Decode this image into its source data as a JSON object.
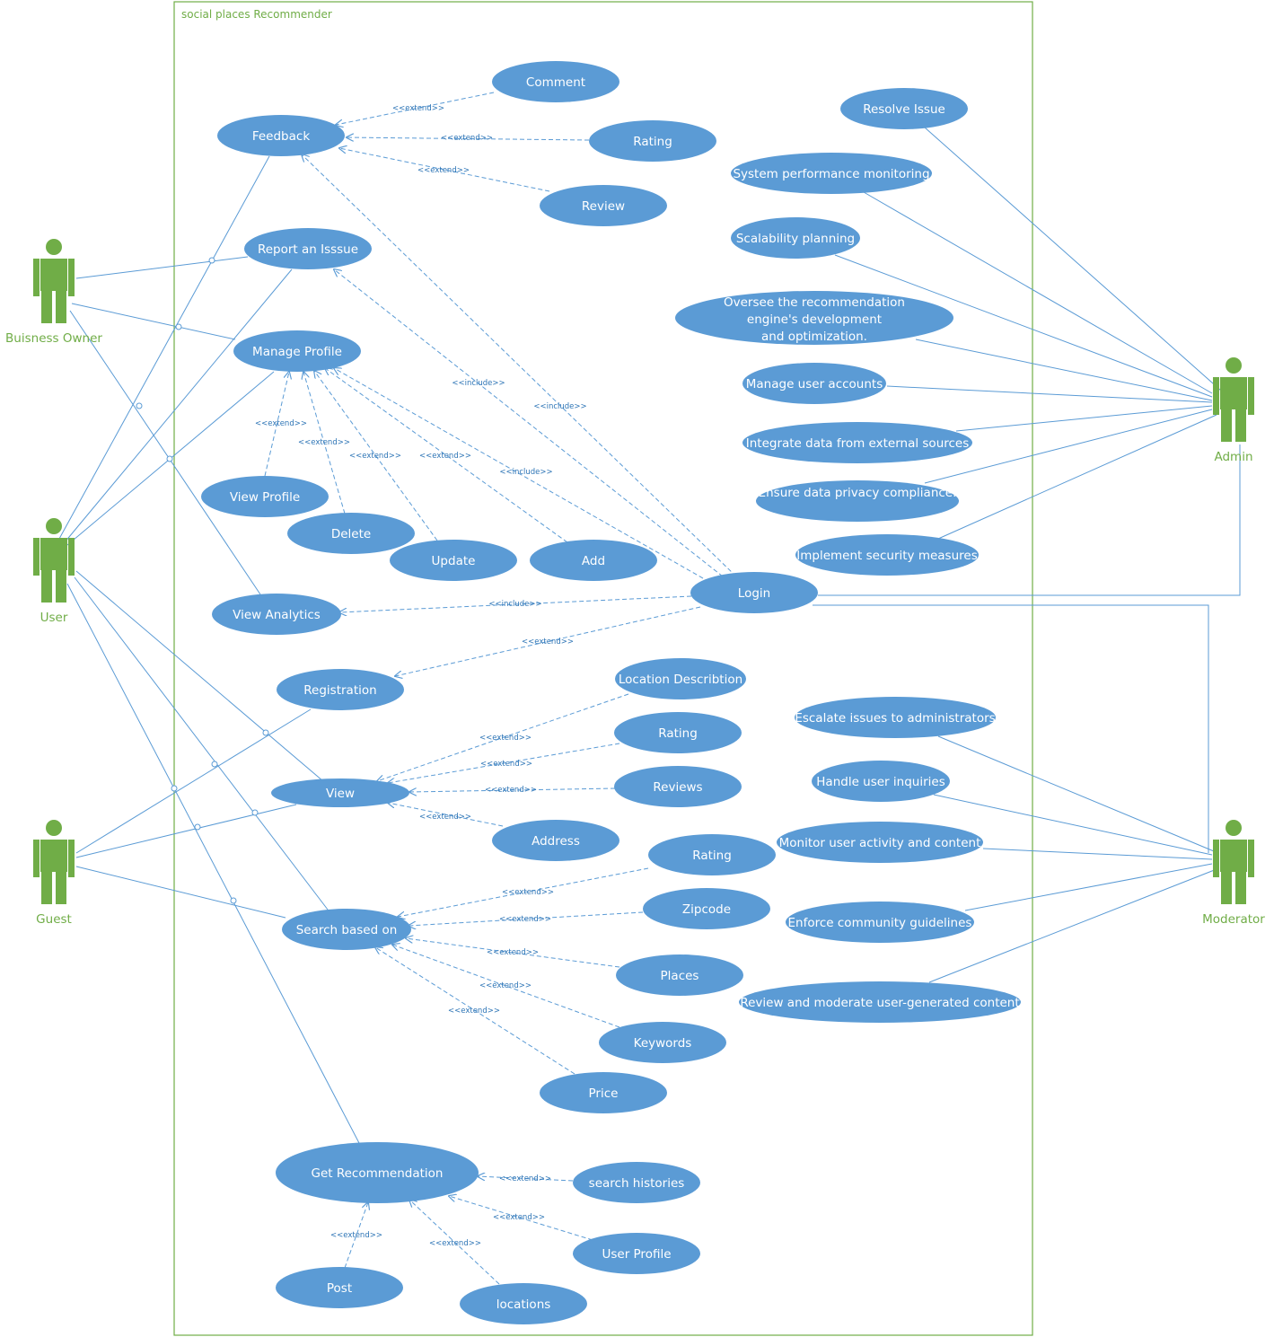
{
  "system": {
    "title": "social places Recommender"
  },
  "colors": {
    "actor": "#70ad47",
    "usecase_fill": "#5b9bd5",
    "usecase_text": "#ffffff",
    "line": "#5b9bd5",
    "dashed": "#5b9bd5",
    "boundary": "#70ad47"
  },
  "actors": {
    "business_owner": "Buisness Owner",
    "user": "User",
    "guest": "Guest",
    "admin": "Admin",
    "moderator": "Moderator"
  },
  "usecases": {
    "comment": "Comment",
    "feedback": "Feedback",
    "rating_fb": "Rating",
    "review": "Review",
    "report_issue": "Report an Isssue",
    "manage_profile": "Manage Profile",
    "view_profile": "View Profile",
    "delete": "Delete",
    "update": "Update",
    "add": "Add",
    "view_analytics": "View Analytics",
    "login": "Login",
    "registration": "Registration",
    "location_description": "Location Describtion",
    "rating_view": "Rating",
    "reviews": "Reviews",
    "address": "Address",
    "view": "View",
    "search_based_on": "Search based on",
    "rating_search": "Rating",
    "zipcode": "Zipcode",
    "places": "Places",
    "keywords": "Keywords",
    "price": "Price",
    "get_recommendation": "Get Recommendation",
    "search_histories": "search histories",
    "user_profile": "User Profile",
    "post": "Post",
    "locations": "locations",
    "resolve_issue": "Resolve Issue",
    "system_performance": "System performance monitoring",
    "scalability": "Scalability planning",
    "oversee_1": "Oversee the recommendation",
    "oversee_2": "engine's development",
    "oversee_3": "and optimization.",
    "manage_accounts": "Manage user accounts",
    "integrate_data": "Integrate data from external sources",
    "data_privacy": "Ensure data privacy compliance.",
    "security": "Implement security measures",
    "escalate": "Escalate issues to administrators",
    "inquiries": "Handle user inquiries",
    "monitor": "Monitor user activity and content",
    "guidelines": "Enforce community guidelines",
    "moderate": "Review and moderate user-generated content"
  },
  "relations": {
    "extend": "<<extend>>",
    "include": "<<include>>"
  }
}
